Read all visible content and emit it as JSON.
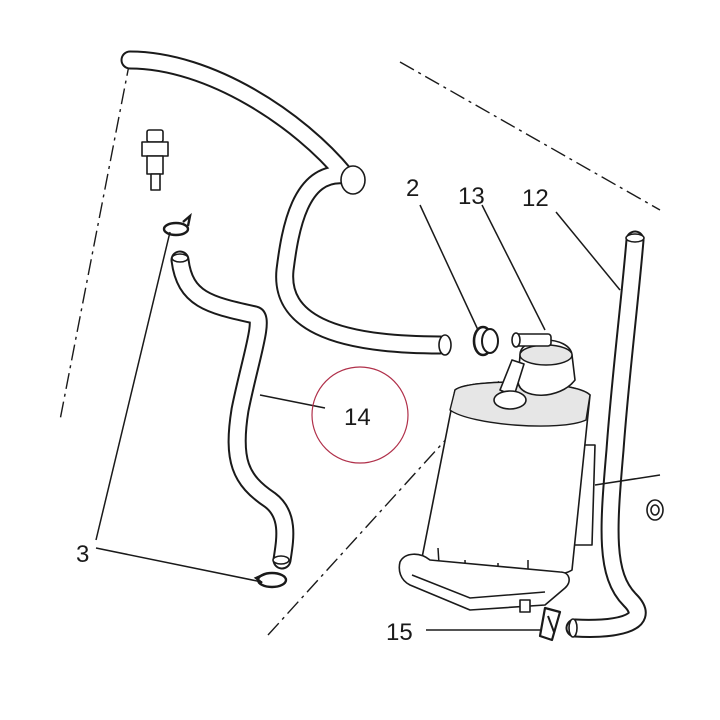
{
  "diagram": {
    "callouts": {
      "c2": "2",
      "c13": "13",
      "c12": "12",
      "c14": "14",
      "c3": "3",
      "c15": "15"
    },
    "highlight_color": "#b0304a",
    "line_color": "#1a1a1a"
  }
}
